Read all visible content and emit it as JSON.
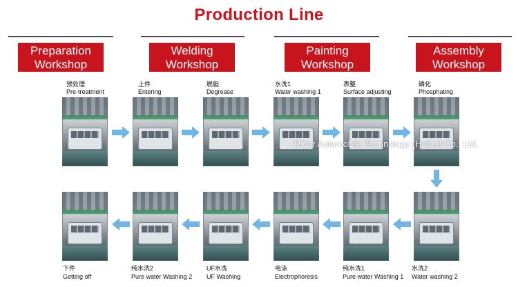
{
  "title": "Production Line",
  "workshops": [
    {
      "line1": "Preparation",
      "line2": "Workshop"
    },
    {
      "line1": "Welding",
      "line2": "Workshop"
    },
    {
      "line1": "Painting",
      "line2": "Workshop"
    },
    {
      "line1": "Assembly",
      "line2": "Workshop"
    }
  ],
  "row1": [
    {
      "cn": "预处理",
      "en": "Pre-treatment"
    },
    {
      "cn": "上件",
      "en": "Entering"
    },
    {
      "cn": "脱脂",
      "en": "Degrease"
    },
    {
      "cn": "水洗1",
      "en": "Water washing 1"
    },
    {
      "cn": "表整",
      "en": "Surface adjusting"
    },
    {
      "cn": "磷化",
      "en": "Phosphating"
    }
  ],
  "row2": [
    {
      "cn": "下件",
      "en": "Getting off"
    },
    {
      "cn": "纯水洗2",
      "en": "Pure water Washing 2"
    },
    {
      "cn": "UF水洗",
      "en": "UF Washing"
    },
    {
      "cn": "电泳",
      "en": "Electrophoresis"
    },
    {
      "cn": "纯水洗1",
      "en": "Pure water Washing 1"
    },
    {
      "cn": "水洗2",
      "en": "Water washing 2"
    }
  ],
  "watermark": "Ricar Automobile Technology (Hubei) Co., Ltd.",
  "colors": {
    "accent": "#d0121b",
    "box": "#c8141c",
    "arrow": "#6fb6e6"
  },
  "icons": {
    "flow_arrow": "right-arrow-icon"
  }
}
